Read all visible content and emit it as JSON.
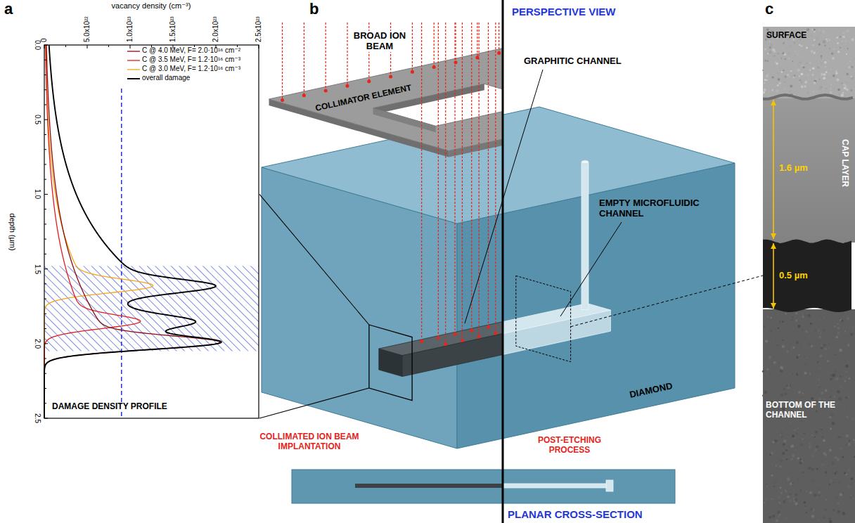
{
  "diagram": {
    "labels": [
      "a",
      "b",
      "c",
      "vacancy density (cm⁻³)",
      "0",
      "5.0x10²²",
      "1.0x10²³",
      "1.5x10²³",
      "2.0x10²³",
      "2.5x10²³",
      "depth (µm)",
      "0.0",
      "0.5",
      "1.0",
      "1.5",
      "2.0",
      "2.5",
      "DAMAGE DENSITY PROFILE",
      "BROAD ION BEAM",
      "PERSPECTIVE VIEW",
      "COLLIMATOR ELEMENT",
      "GRAPHITIC CHANNEL",
      "EMPTY MICROFLUIDIC CHANNEL",
      "DIAMOND",
      "COLLIMATED ION BEAM IMPLANTATION",
      "POST-ETCHING PROCESS",
      "PLANAR CROSS-SECTION",
      "SURFACE",
      "1.6 µm",
      "CAP LAYER",
      "0.5 µm",
      "BOTTOM OF THE CHANNEL"
    ],
    "legend": [
      {
        "text": "C @ 4.0 MeV, F= 2.0·10¹⁶ cm⁻²"
      },
      {
        "text": "C @ 3.5 MeV, F= 1.2·10¹⁶ cm⁻³"
      },
      {
        "text": "C @ 3.0 MeV, F= 1.2·10¹⁶ cm⁻³"
      },
      {
        "text": "overall damage"
      }
    ]
  }
}
